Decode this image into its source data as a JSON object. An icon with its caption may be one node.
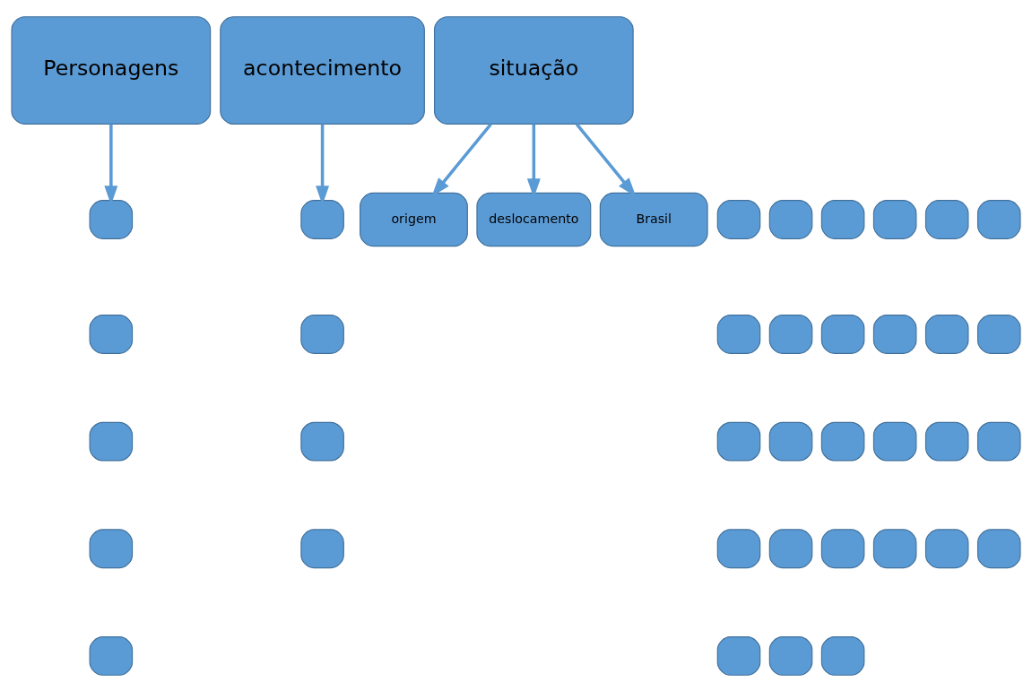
{
  "diagram": {
    "nodes": [
      {
        "text": [
          "Personagens"
        ]
      },
      {
        "text": [
          "acontecimento"
        ]
      },
      {
        "text": [
          "situação"
        ]
      },
      {
        "text": [
          "origem"
        ]
      },
      {
        "text": [
          "deslocamento"
        ]
      },
      {
        "text": [
          "Brasil"
        ]
      },
      {
        "text": [],
        "shape": "box"
      },
      {
        "text": [],
        "shape": "box"
      },
      {
        "text": [],
        "shape": "box"
      },
      {
        "text": [],
        "shape": "box"
      },
      {
        "text": [],
        "shape": "box"
      },
      {
        "text": [],
        "shape": "box"
      },
      {
        "text": [],
        "shape": "box"
      },
      {
        "text": [],
        "shape": "box"
      },
      {
        "text": [],
        "shape": "box"
      },
      {
        "text": [],
        "shape": "box"
      },
      {
        "text": [],
        "shape": "box"
      },
      {
        "text": [],
        "shape": "box"
      },
      {
        "text": [],
        "shape": "box"
      },
      {
        "text": [],
        "shape": "box"
      },
      {
        "text": [],
        "shape": "box"
      },
      {
        "text": [],
        "shape": "box"
      },
      {
        "text": [],
        "shape": "box"
      },
      {
        "text": [],
        "shape": "box"
      },
      {
        "text": [],
        "shape": "box"
      },
      {
        "text": [],
        "shape": "box"
      },
      {
        "text": [],
        "shape": "box"
      },
      {
        "text": [],
        "shape": "box"
      },
      {
        "text": [],
        "shape": "box"
      },
      {
        "text": [],
        "shape": "box"
      },
      {
        "text": [],
        "shape": "box"
      },
      {
        "text": [],
        "shape": "box"
      },
      {
        "text": [],
        "shape": "box"
      },
      {
        "text": [],
        "shape": "box"
      },
      {
        "text": [],
        "shape": "box"
      },
      {
        "text": [],
        "shape": "box"
      },
      {
        "text": [],
        "shape": "box"
      },
      {
        "text": [],
        "shape": "box"
      },
      {
        "text": [],
        "shape": "box"
      },
      {
        "text": [],
        "shape": "box"
      },
      {
        "text": [],
        "shape": "box"
      },
      {
        "text": [],
        "shape": "box"
      }
    ],
    "edges": [
      {
        "from": 0,
        "to": 7,
        "arrow": "to"
      },
      {
        "from": 1,
        "to": 28,
        "arrow": "to"
      },
      {
        "from": 2,
        "to": 3,
        "arrow": "to"
      },
      {
        "from": 2,
        "to": 4,
        "arrow": "to"
      },
      {
        "from": 2,
        "to": 5,
        "arrow": "to"
      }
    ]
  }
}
